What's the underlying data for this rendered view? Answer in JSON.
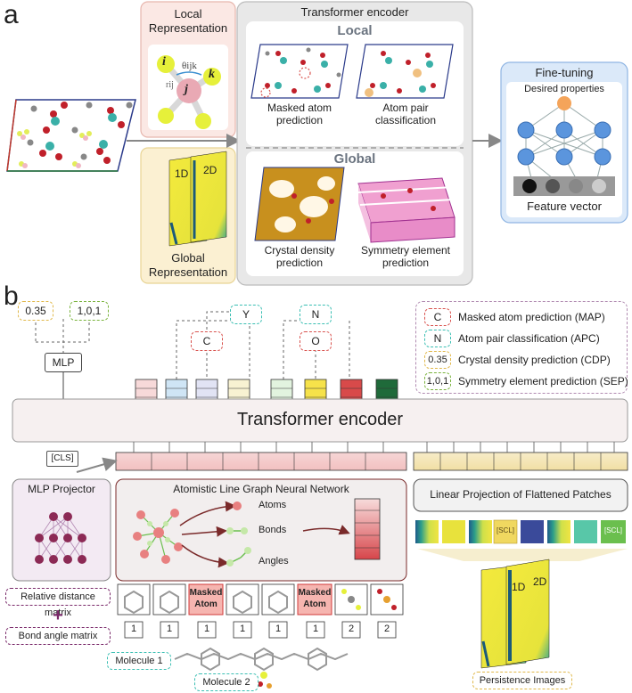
{
  "panel_a": {
    "letter": "a",
    "local_rep": {
      "title_line1": "Local",
      "title_line2": "Representation"
    },
    "global_rep": {
      "title_line1": "Global",
      "title_line2": "Representation",
      "label_1d": "1D",
      "label_2d": "2D"
    },
    "atom_labels": {
      "i": "i",
      "j": "j",
      "k": "k",
      "theta": "θijk",
      "r": "rij"
    },
    "encoder": {
      "title": "Transformer encoder",
      "local_heading": "Local",
      "global_heading": "Global",
      "task_map": {
        "line1": "Masked atom",
        "line2": "prediction"
      },
      "task_apc": {
        "line1": "Atom pair",
        "line2": "classification"
      },
      "task_cdp": {
        "line1": "Crystal density",
        "line2": "prediction"
      },
      "task_sep": {
        "line1": "Symmetry element",
        "line2": "prediction"
      }
    },
    "finetune": {
      "title": "Fine-tuning",
      "subtitle": "Desired properties",
      "feature": "Feature vector"
    }
  },
  "panel_b": {
    "letter": "b",
    "legend": [
      {
        "key": "C",
        "text": "Masked atom prediction (MAP)",
        "color": "#d9534f"
      },
      {
        "key": "N",
        "text": "Atom pair classification (APC)",
        "color": "#3bbfb3"
      },
      {
        "key": "0.35",
        "text": "Crystal density prediction (CDP)",
        "color": "#e0b84a"
      },
      {
        "key": "1,0,1",
        "text": "Symmetry element prediction (SEP)",
        "color": "#7ab33d"
      }
    ],
    "top_values": {
      "cdp": "0.35",
      "sep": "1,0,1",
      "y": "Y",
      "c": "C",
      "n": "N",
      "o": "O"
    },
    "mlp": "MLP",
    "encoder": "Transformer encoder",
    "cls": "[CLS]",
    "mlp_projector": "MLP Projector",
    "alignn": {
      "title": "Atomistic Line Graph Neural Network",
      "atoms": "Atoms",
      "bonds": "Bonds",
      "angles": "Angles"
    },
    "linear_proj": "Linear Projection of Flattened Patches",
    "scl": "[SCL]",
    "masked_atom": {
      "line1": "Masked",
      "line2": "Atom"
    },
    "ids": [
      "1",
      "1",
      "1",
      "1",
      "1",
      "1",
      "2",
      "2"
    ],
    "rel_dist": "Relative distance matrix",
    "plus": "+",
    "bond_angle": "Bond angle matrix",
    "molecule1": "Molecule 1",
    "molecule2": "Molecule 2",
    "pi": {
      "label_1d": "1D",
      "label_2d": "2D",
      "caption": "Persistence Images"
    }
  }
}
